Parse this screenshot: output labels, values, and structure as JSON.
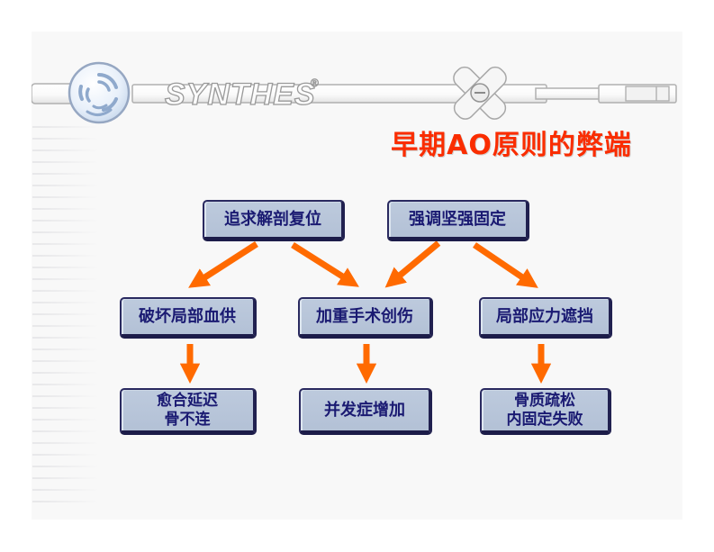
{
  "page": {
    "background": "#ffffff",
    "slide_background": "#f8f8f8"
  },
  "banner": {
    "brand": "SYNTHES",
    "registered": "®"
  },
  "title": {
    "text": "早期AO原则的弊端",
    "color": "#fa2d00"
  },
  "flowchart": {
    "box_fill": "#b7c4d9",
    "box_border": "#23235c",
    "box_text_color": "#1a1a72",
    "arrow_color": "#ff6a00",
    "boxes": [
      {
        "id": "pursue-anatomic-reduction",
        "lines": [
          "追求解剖复位"
        ]
      },
      {
        "id": "emphasize-rigid-fixation",
        "lines": [
          "强调坚强固定"
        ]
      },
      {
        "id": "damage-local-blood-supply",
        "lines": [
          "破坏局部血供"
        ]
      },
      {
        "id": "aggravate-surgical-trauma",
        "lines": [
          "加重手术创伤"
        ]
      },
      {
        "id": "local-stress-shielding",
        "lines": [
          "局部应力遮挡"
        ]
      },
      {
        "id": "delayed-healing-nonunion",
        "lines": [
          "愈合延迟",
          "骨不连"
        ]
      },
      {
        "id": "increased-complications",
        "lines": [
          "并发症增加"
        ]
      },
      {
        "id": "osteoporosis-fixation-failure",
        "lines": [
          "骨质疏松",
          "内固定失败"
        ]
      }
    ],
    "connections": [
      {
        "from": "pursue-anatomic-reduction",
        "to": "damage-local-blood-supply"
      },
      {
        "from": "pursue-anatomic-reduction",
        "to": "aggravate-surgical-trauma"
      },
      {
        "from": "emphasize-rigid-fixation",
        "to": "aggravate-surgical-trauma"
      },
      {
        "from": "emphasize-rigid-fixation",
        "to": "local-stress-shielding"
      },
      {
        "from": "damage-local-blood-supply",
        "to": "delayed-healing-nonunion"
      },
      {
        "from": "aggravate-surgical-trauma",
        "to": "increased-complications"
      },
      {
        "from": "local-stress-shielding",
        "to": "osteoporosis-fixation-failure"
      }
    ]
  }
}
